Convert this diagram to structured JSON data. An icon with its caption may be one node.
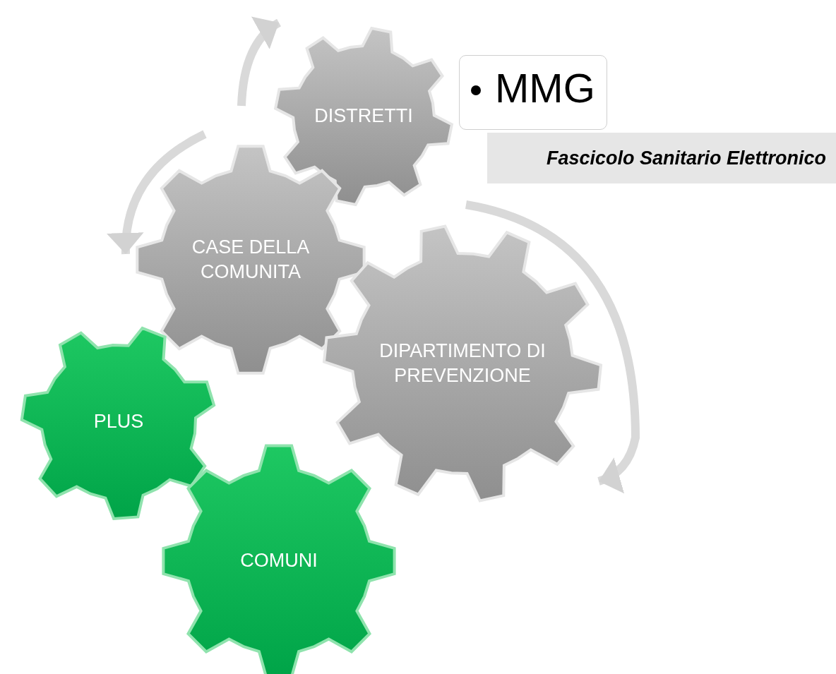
{
  "diagram": {
    "nodes": [
      {
        "text": [
          "DISTRETTI"
        ]
      },
      {
        "text": [
          "MMG"
        ]
      },
      {
        "text": [
          "Fascicolo Sanitario Elettronico"
        ]
      },
      {
        "text": [
          "CASE DELLA COMUNITA"
        ]
      },
      {
        "text": [
          "DIPARTIMENTO DI PREVENZIONE"
        ]
      },
      {
        "text": [
          "PLUS"
        ]
      },
      {
        "text": [
          "COMUNI"
        ]
      }
    ]
  }
}
